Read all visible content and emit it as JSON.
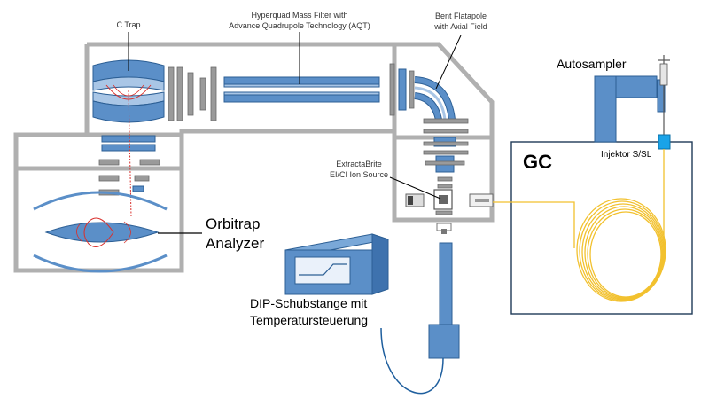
{
  "labels": {
    "c_trap": "C Trap",
    "quad_line1": "Hyperquad Mass Filter with",
    "quad_line2": "Advance Quadrupole Technology (AQT)",
    "bent_line1": "Bent Flatapole",
    "bent_line2": "with Axial Field",
    "source_line1": "ExtractaBrite",
    "source_line2": "EI/CI Ion Source",
    "orbitrap_line1": "Orbitrap",
    "orbitrap_line2": "Analyzer",
    "autosampler": "Autosampler",
    "gc": "GC",
    "injector": "Injektor S/SL",
    "dip_line1": "DIP-Schubstange mit",
    "dip_line2": "Temperatursteuerung"
  },
  "colors": {
    "ion_optics_blue": "#5b8fc8",
    "vacuum_wall_grey": "#b0b0b0",
    "gc_column_yellow": "#f2c12e",
    "ion_path_red": "#d9302c",
    "dip_cable_blue": "#1f5f9e",
    "injector_cyan": "#1aa3e8"
  }
}
